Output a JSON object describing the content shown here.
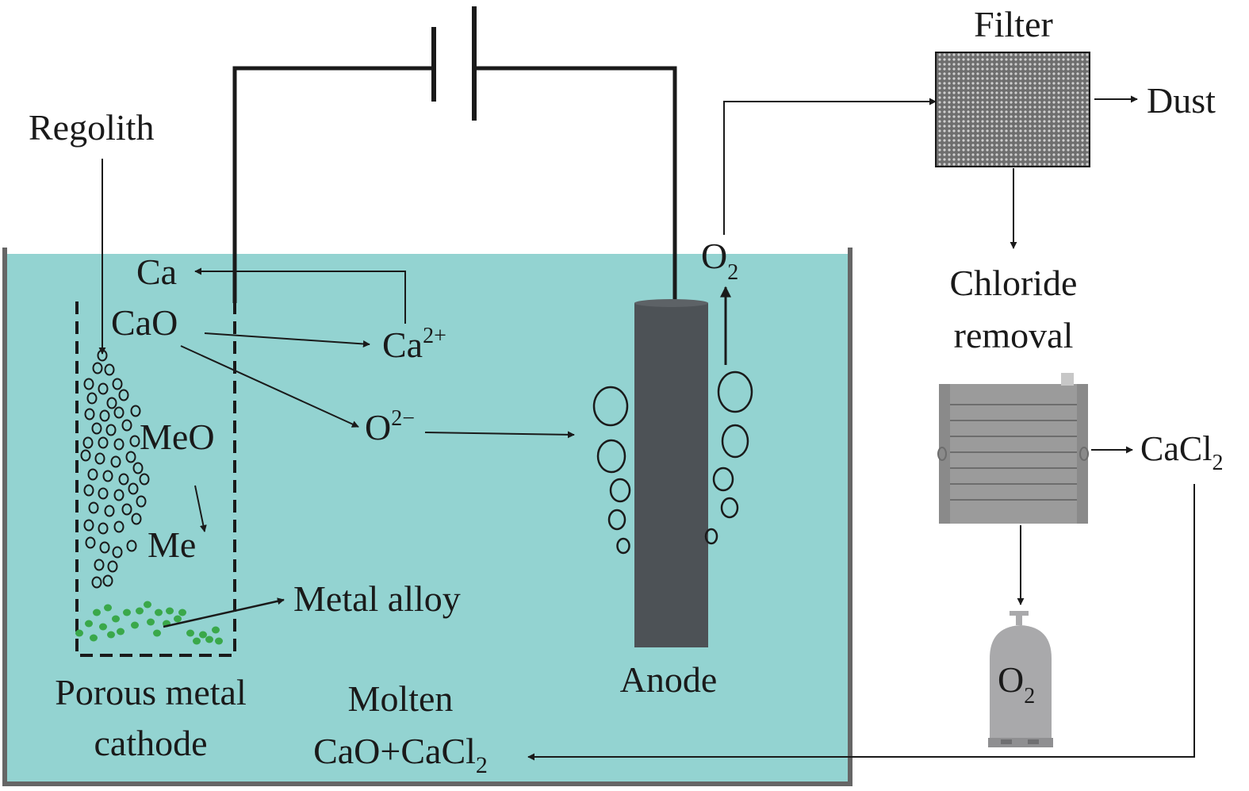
{
  "labels": {
    "regolith": "Regolith",
    "ca": "Ca",
    "cao": "CaO",
    "ca_ion_base": "Ca",
    "ca_ion_sup": "2+",
    "oxide_ion_base": "O",
    "oxide_ion_sup": "2−",
    "meo": "MeO",
    "me": "Me",
    "metal_alloy": "Metal alloy",
    "cathode_line1": "Porous metal",
    "cathode_line2": "cathode",
    "molten_line1": "Molten",
    "molten_line2_base": "CaO+CaCl",
    "molten_line2_sub": "2",
    "anode": "Anode",
    "o2_gas_base": "O",
    "o2_gas_sub": "2",
    "filter": "Filter",
    "dust": "Dust",
    "chloride_line1": "Chloride",
    "chloride_line2": "removal",
    "cacl2_base": "CaCl",
    "cacl2_sub": "2",
    "o2_tank_base": "O",
    "o2_tank_sub": "2"
  },
  "colors": {
    "electrolyte": "#93d3d1",
    "anode": "#4d5256",
    "alloy_particles": "#3aa84a",
    "filter_fill": "#8a8a8a",
    "chloride_unit": "#9b9b9b",
    "o2_tank": "#a9a9ab",
    "lines": "#1a1a1a"
  },
  "icons": {
    "battery": "battery-icon",
    "filter": "filter-icon",
    "chloride_removal": "radiator-unit-icon",
    "oxygen_tank": "gas-cylinder-icon"
  }
}
